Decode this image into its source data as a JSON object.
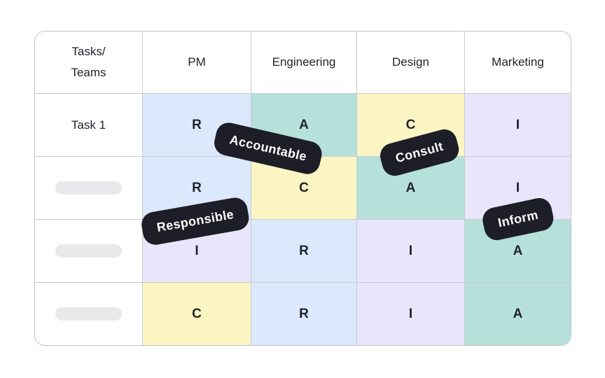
{
  "matrix": {
    "columns": [
      "Tasks/\nTeams",
      "PM",
      "Engineering",
      "Design",
      "Marketing"
    ],
    "rows": [
      {
        "label": "Task 1",
        "placeholder": false,
        "cells": [
          {
            "letter": "R",
            "color": "blue"
          },
          {
            "letter": "A",
            "color": "teal"
          },
          {
            "letter": "C",
            "color": "yellow"
          },
          {
            "letter": "I",
            "color": "lavender"
          }
        ]
      },
      {
        "label": "",
        "placeholder": true,
        "cells": [
          {
            "letter": "R",
            "color": "blue"
          },
          {
            "letter": "C",
            "color": "yellow"
          },
          {
            "letter": "A",
            "color": "teal"
          },
          {
            "letter": "I",
            "color": "lavender"
          }
        ]
      },
      {
        "label": "",
        "placeholder": true,
        "cells": [
          {
            "letter": "I",
            "color": "lavender"
          },
          {
            "letter": "R",
            "color": "blue"
          },
          {
            "letter": "I",
            "color": "lavender"
          },
          {
            "letter": "A",
            "color": "teal"
          }
        ]
      },
      {
        "label": "",
        "placeholder": true,
        "cells": [
          {
            "letter": "C",
            "color": "yellow"
          },
          {
            "letter": "R",
            "color": "blue"
          },
          {
            "letter": "I",
            "color": "lavender"
          },
          {
            "letter": "A",
            "color": "teal"
          }
        ]
      }
    ]
  },
  "stickers": [
    {
      "label": "Accountable"
    },
    {
      "label": "Consult"
    },
    {
      "label": "Responsible"
    },
    {
      "label": "Inform"
    }
  ],
  "colors": {
    "responsible_blue": "#dce8fb",
    "accountable_teal": "#b5e1da",
    "consult_yellow": "#fbf5c4",
    "inform_lavender": "#e9e5fa",
    "sticker_dark": "#1d1e27",
    "sticker_text": "#ffffff",
    "grid_line": "#c9cacf",
    "outer_border": "#c2c3c9",
    "text": "#1e2128",
    "placeholder_bar": "#e9e9eb",
    "page_background": "#ffffff"
  }
}
